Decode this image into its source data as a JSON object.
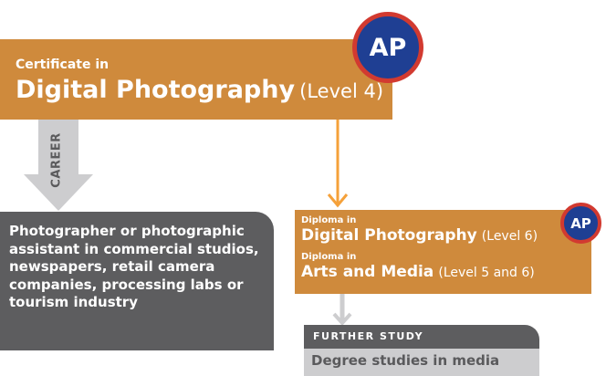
{
  "certificate": {
    "prefix": "Certificate in",
    "title": "Digital Photography",
    "level": "(Level 4)"
  },
  "badge_text": "AP",
  "career": {
    "arrow_label": "CAREER",
    "description": "Photographer or photographic assistant in commercial studios, newspapers, retail camera companies, processing labs or tourism industry"
  },
  "diplomas": [
    {
      "prefix": "Diploma in",
      "title": "Digital Photography",
      "level": "(Level 6)"
    },
    {
      "prefix": "Diploma in",
      "title": "Arts and Media",
      "level": "(Level 5 and 6)"
    }
  ],
  "further_study": {
    "header": "FURTHER STUDY",
    "description": "Degree studies in media"
  },
  "colors": {
    "orange": "#cf8a3c",
    "dark_grey": "#5d5d5f",
    "light_grey": "#cdcdcf",
    "badge_blue": "#1f3f93",
    "badge_red": "#d23a30",
    "connector_orange": "#f5a13a"
  }
}
